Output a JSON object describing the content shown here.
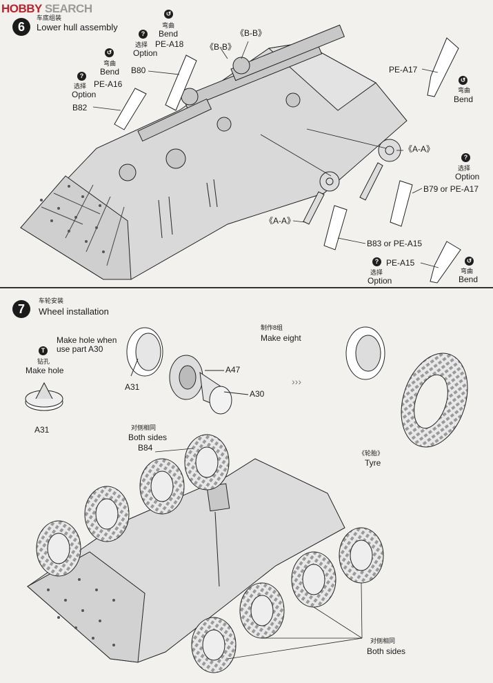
{
  "watermark": {
    "part1": "HOBBY",
    "part2": " SEARCH"
  },
  "step6": {
    "number": "6",
    "title_zh": "车底组装",
    "title_en": "Lower hull assembly",
    "labels": {
      "bend_top": {
        "zh": "弯曲",
        "en": "Bend"
      },
      "option_a18": {
        "zh": "选择",
        "en": "Option"
      },
      "pe_a18": "PE-A18",
      "b80": "B80",
      "bend_a16": {
        "zh": "弯曲",
        "en": "Bend"
      },
      "option_a16": {
        "zh": "选择",
        "en": "Option"
      },
      "pe_a16": "PE-A16",
      "b82": "B82",
      "bb1": "《B-B》",
      "bb2": "《B-B》",
      "pe_a17": "PE-A17",
      "bend_a17": {
        "zh": "弯曲",
        "en": "Bend"
      },
      "aa_right": "《A-A》",
      "option_b79": {
        "zh": "选择",
        "en": "Option"
      },
      "b79": "B79 or PE-A17",
      "aa_left": "《A-A》",
      "b83": "B83 or PE-A15",
      "option_a15": {
        "zh": "选择",
        "en": "Option"
      },
      "pe_a15": "PE-A15",
      "bend_a15": {
        "zh": "弯曲",
        "en": "Bend"
      }
    }
  },
  "step7": {
    "number": "7",
    "title_zh": "车轮安装",
    "title_en": "Wheel installation",
    "labels": {
      "make_hole_when": "Make hole when",
      "use_part": "use part A30",
      "drill_zh": "钻孔",
      "drill_en": "Make hole",
      "a31_small": "A31",
      "a31": "A31",
      "a47": "A47",
      "a30": "A30",
      "make_eight_zh": "制作8组",
      "make_eight_en": "Make eight",
      "tyre_zh": "《轮胎》",
      "tyre_en": "Tyre",
      "both_sides_zh": "对侧相同",
      "both_sides_en": "Both sides",
      "b84": "B84",
      "both_sides2_zh": "对侧相同",
      "both_sides2_en": "Both sides"
    }
  },
  "icons": {
    "option": "?",
    "bend": "↺",
    "drill": "T"
  }
}
